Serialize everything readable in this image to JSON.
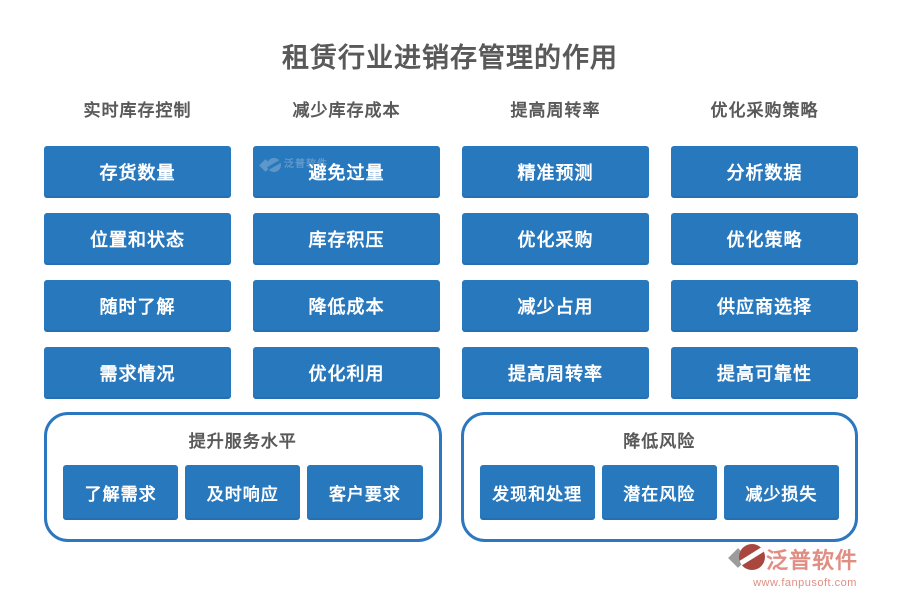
{
  "title": "租赁行业进销存管理的作用",
  "columns": [
    {
      "header": "实时库存控制",
      "items": [
        "存货数量",
        "位置和状态",
        "随时了解",
        "需求情况"
      ]
    },
    {
      "header": "减少库存成本",
      "items": [
        "避免过量",
        "库存积压",
        "降低成本",
        "优化利用"
      ]
    },
    {
      "header": "提高周转率",
      "items": [
        "精准预测",
        "优化采购",
        "减少占用",
        "提高周转率"
      ]
    },
    {
      "header": "优化采购策略",
      "items": [
        "分析数据",
        "优化策略",
        "供应商选择",
        "提高可靠性"
      ]
    }
  ],
  "groups": [
    {
      "title": "提升服务水平",
      "items": [
        "了解需求",
        "及时响应",
        "客户要求"
      ]
    },
    {
      "title": "降低风险",
      "items": [
        "发现和处理",
        "潜在风险",
        "减少损失"
      ]
    }
  ],
  "watermark": {
    "text": "泛普软件"
  },
  "logo": {
    "name": "泛普软件",
    "url": "www.fanpusoft.com"
  },
  "colors": {
    "block_blue": "#2878be",
    "box_border_blue": "#2b77c0",
    "heading_gray": "#595959",
    "logo_red": "#a9463e",
    "logo_gray": "#9c9c9c",
    "logo_text_coral": "#e08e84"
  }
}
